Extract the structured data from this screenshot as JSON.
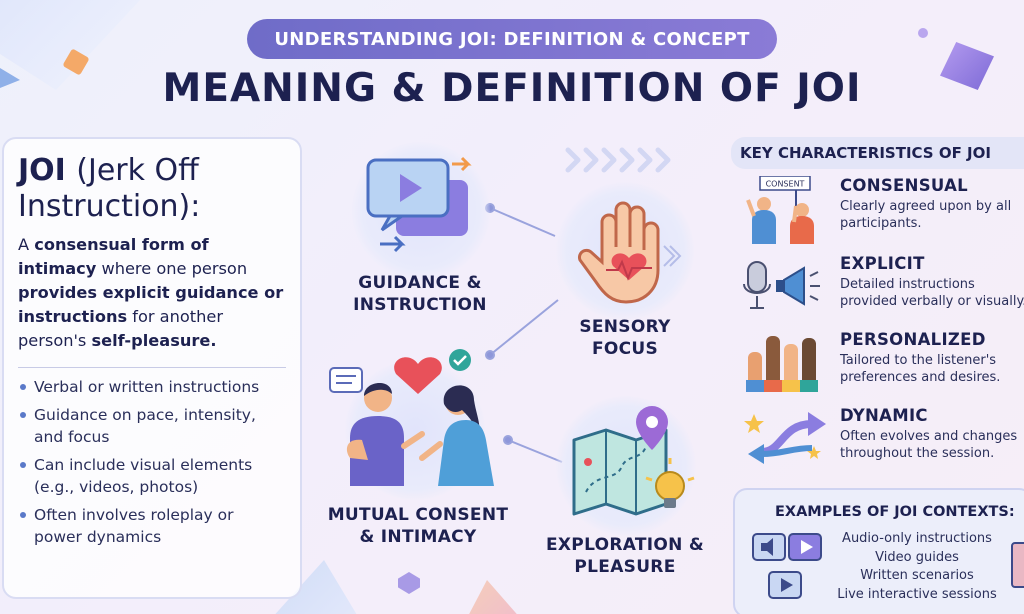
{
  "header": {
    "tag": "UNDERSTANDING JOI: DEFINITION & CONCEPT",
    "title": "MEANING & DEFINITION OF JOI"
  },
  "definition": {
    "term": "JOI",
    "expansion": "(Jerk Off Instruction):",
    "text_parts": [
      {
        "t": "A ",
        "b": false
      },
      {
        "t": "consensual form of intimacy",
        "b": true
      },
      {
        "t": " where one person ",
        "b": false
      },
      {
        "t": "provides explicit guidance or instructions",
        "b": true
      },
      {
        "t": " for another person's ",
        "b": false
      },
      {
        "t": "self-pleasure.",
        "b": true
      }
    ],
    "bullets": [
      "Verbal or written instructions",
      "Guidance on pace, intensity, and focus",
      "Can include visual elements (e.g., videos, photos)",
      "Often involves roleplay or power dynamics"
    ]
  },
  "nodes": {
    "guidance": "GUIDANCE & INSTRUCTION",
    "sensory": "SENSORY FOCUS",
    "mutual": "MUTUAL CONSENT & INTIMACY",
    "exploration": "EXPLORATION & PLEASURE"
  },
  "characteristics": {
    "header": "KEY CHARACTERISTICS OF JOI",
    "items": [
      {
        "title": "CONSENSUAL",
        "desc": "Clearly agreed upon by all participants.",
        "badge": "CONSENT"
      },
      {
        "title": "EXPLICIT",
        "desc": "Detailed instructions provided verbally or visually."
      },
      {
        "title": "PERSONALIZED",
        "desc": "Tailored to the listener's preferences and desires."
      },
      {
        "title": "DYNAMIC",
        "desc": "Often evolves and changes throughout the session."
      }
    ]
  },
  "examples": {
    "title": "EXAMPLES OF JOI CONTEXTS:",
    "items": [
      "Audio-only instructions",
      "Video guides",
      "Written scenarios",
      "Live interactive sessions"
    ]
  },
  "colors": {
    "navy": "#1d2150",
    "accent": "#7a74d2",
    "heart": "#e8515a",
    "teal": "#2f9d9b"
  }
}
